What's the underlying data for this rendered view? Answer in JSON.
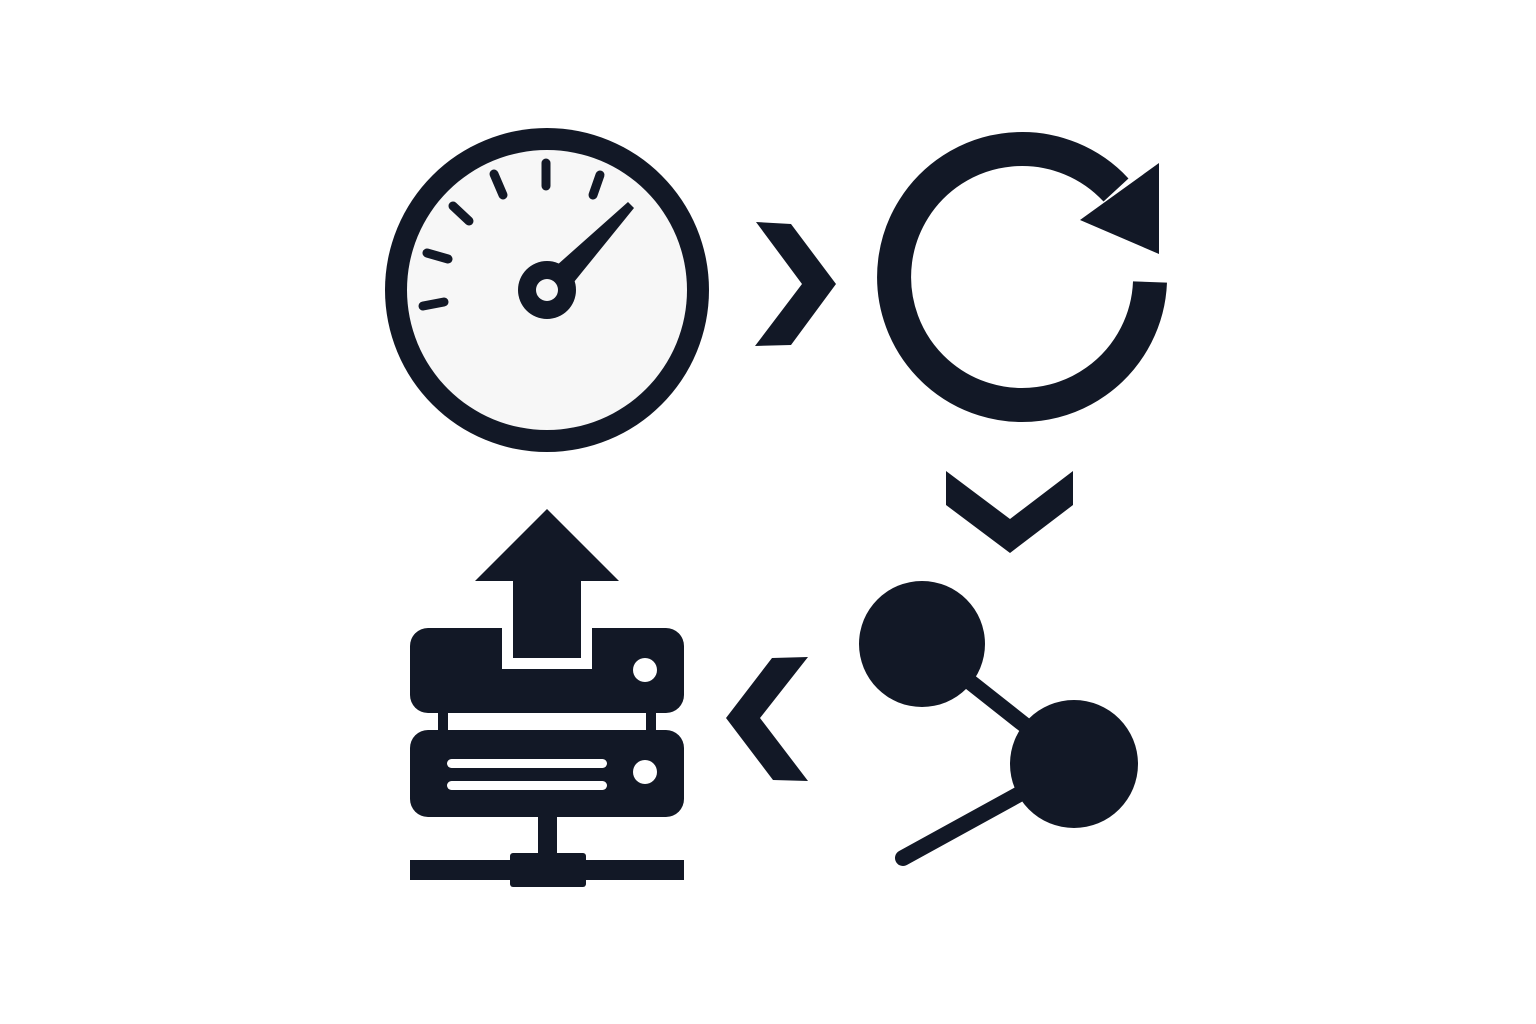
{
  "diagram": {
    "type": "cycle",
    "steps": [
      {
        "icon": "speedometer-icon"
      },
      {
        "icon": "refresh-icon"
      },
      {
        "icon": "share-nodes-icon"
      },
      {
        "icon": "server-upload-icon"
      }
    ],
    "connectors": [
      {
        "from": 0,
        "to": 1,
        "direction": "right",
        "icon": "chevron-right-icon"
      },
      {
        "from": 1,
        "to": 2,
        "direction": "down",
        "icon": "chevron-down-icon"
      },
      {
        "from": 2,
        "to": 3,
        "direction": "left",
        "icon": "chevron-left-icon"
      },
      {
        "from": 3,
        "to": 0,
        "direction": "up",
        "icon": "arrow-up-icon"
      }
    ]
  },
  "colors": {
    "ink": "#121826",
    "background": "#ffffff",
    "dial_face": "#f7f7f7"
  }
}
